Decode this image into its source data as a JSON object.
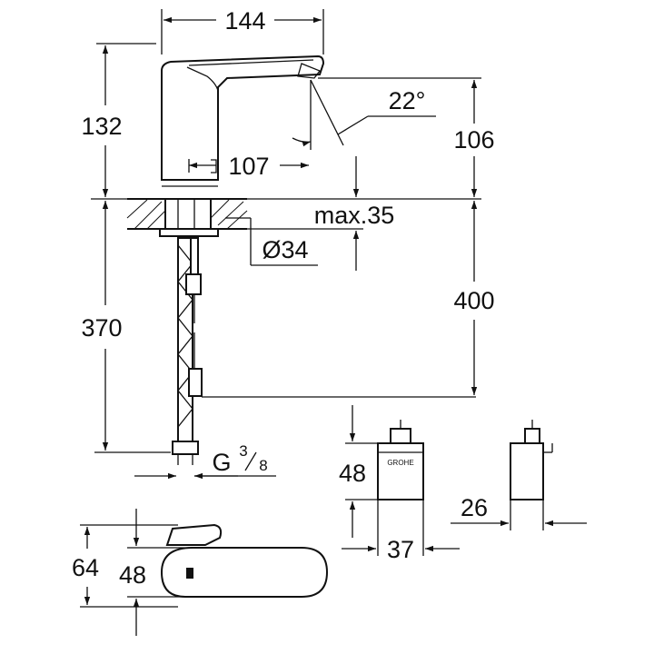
{
  "drawing": {
    "dimensions": {
      "spout_length": "144",
      "height_total": "132",
      "spout_angle": "22°",
      "spout_height": "106",
      "spout_reach": "107",
      "deck_thickness": "max.35",
      "hole_diameter": "Ø34",
      "hose_length": "400",
      "shank_length": "370",
      "thread_g": "G",
      "thread_num": "3",
      "thread_den": "8",
      "box_height": "48",
      "box_width": "37",
      "box_depth": "26",
      "base_depth": "64",
      "base_width": "48"
    },
    "brand_mark": "GROHE"
  }
}
